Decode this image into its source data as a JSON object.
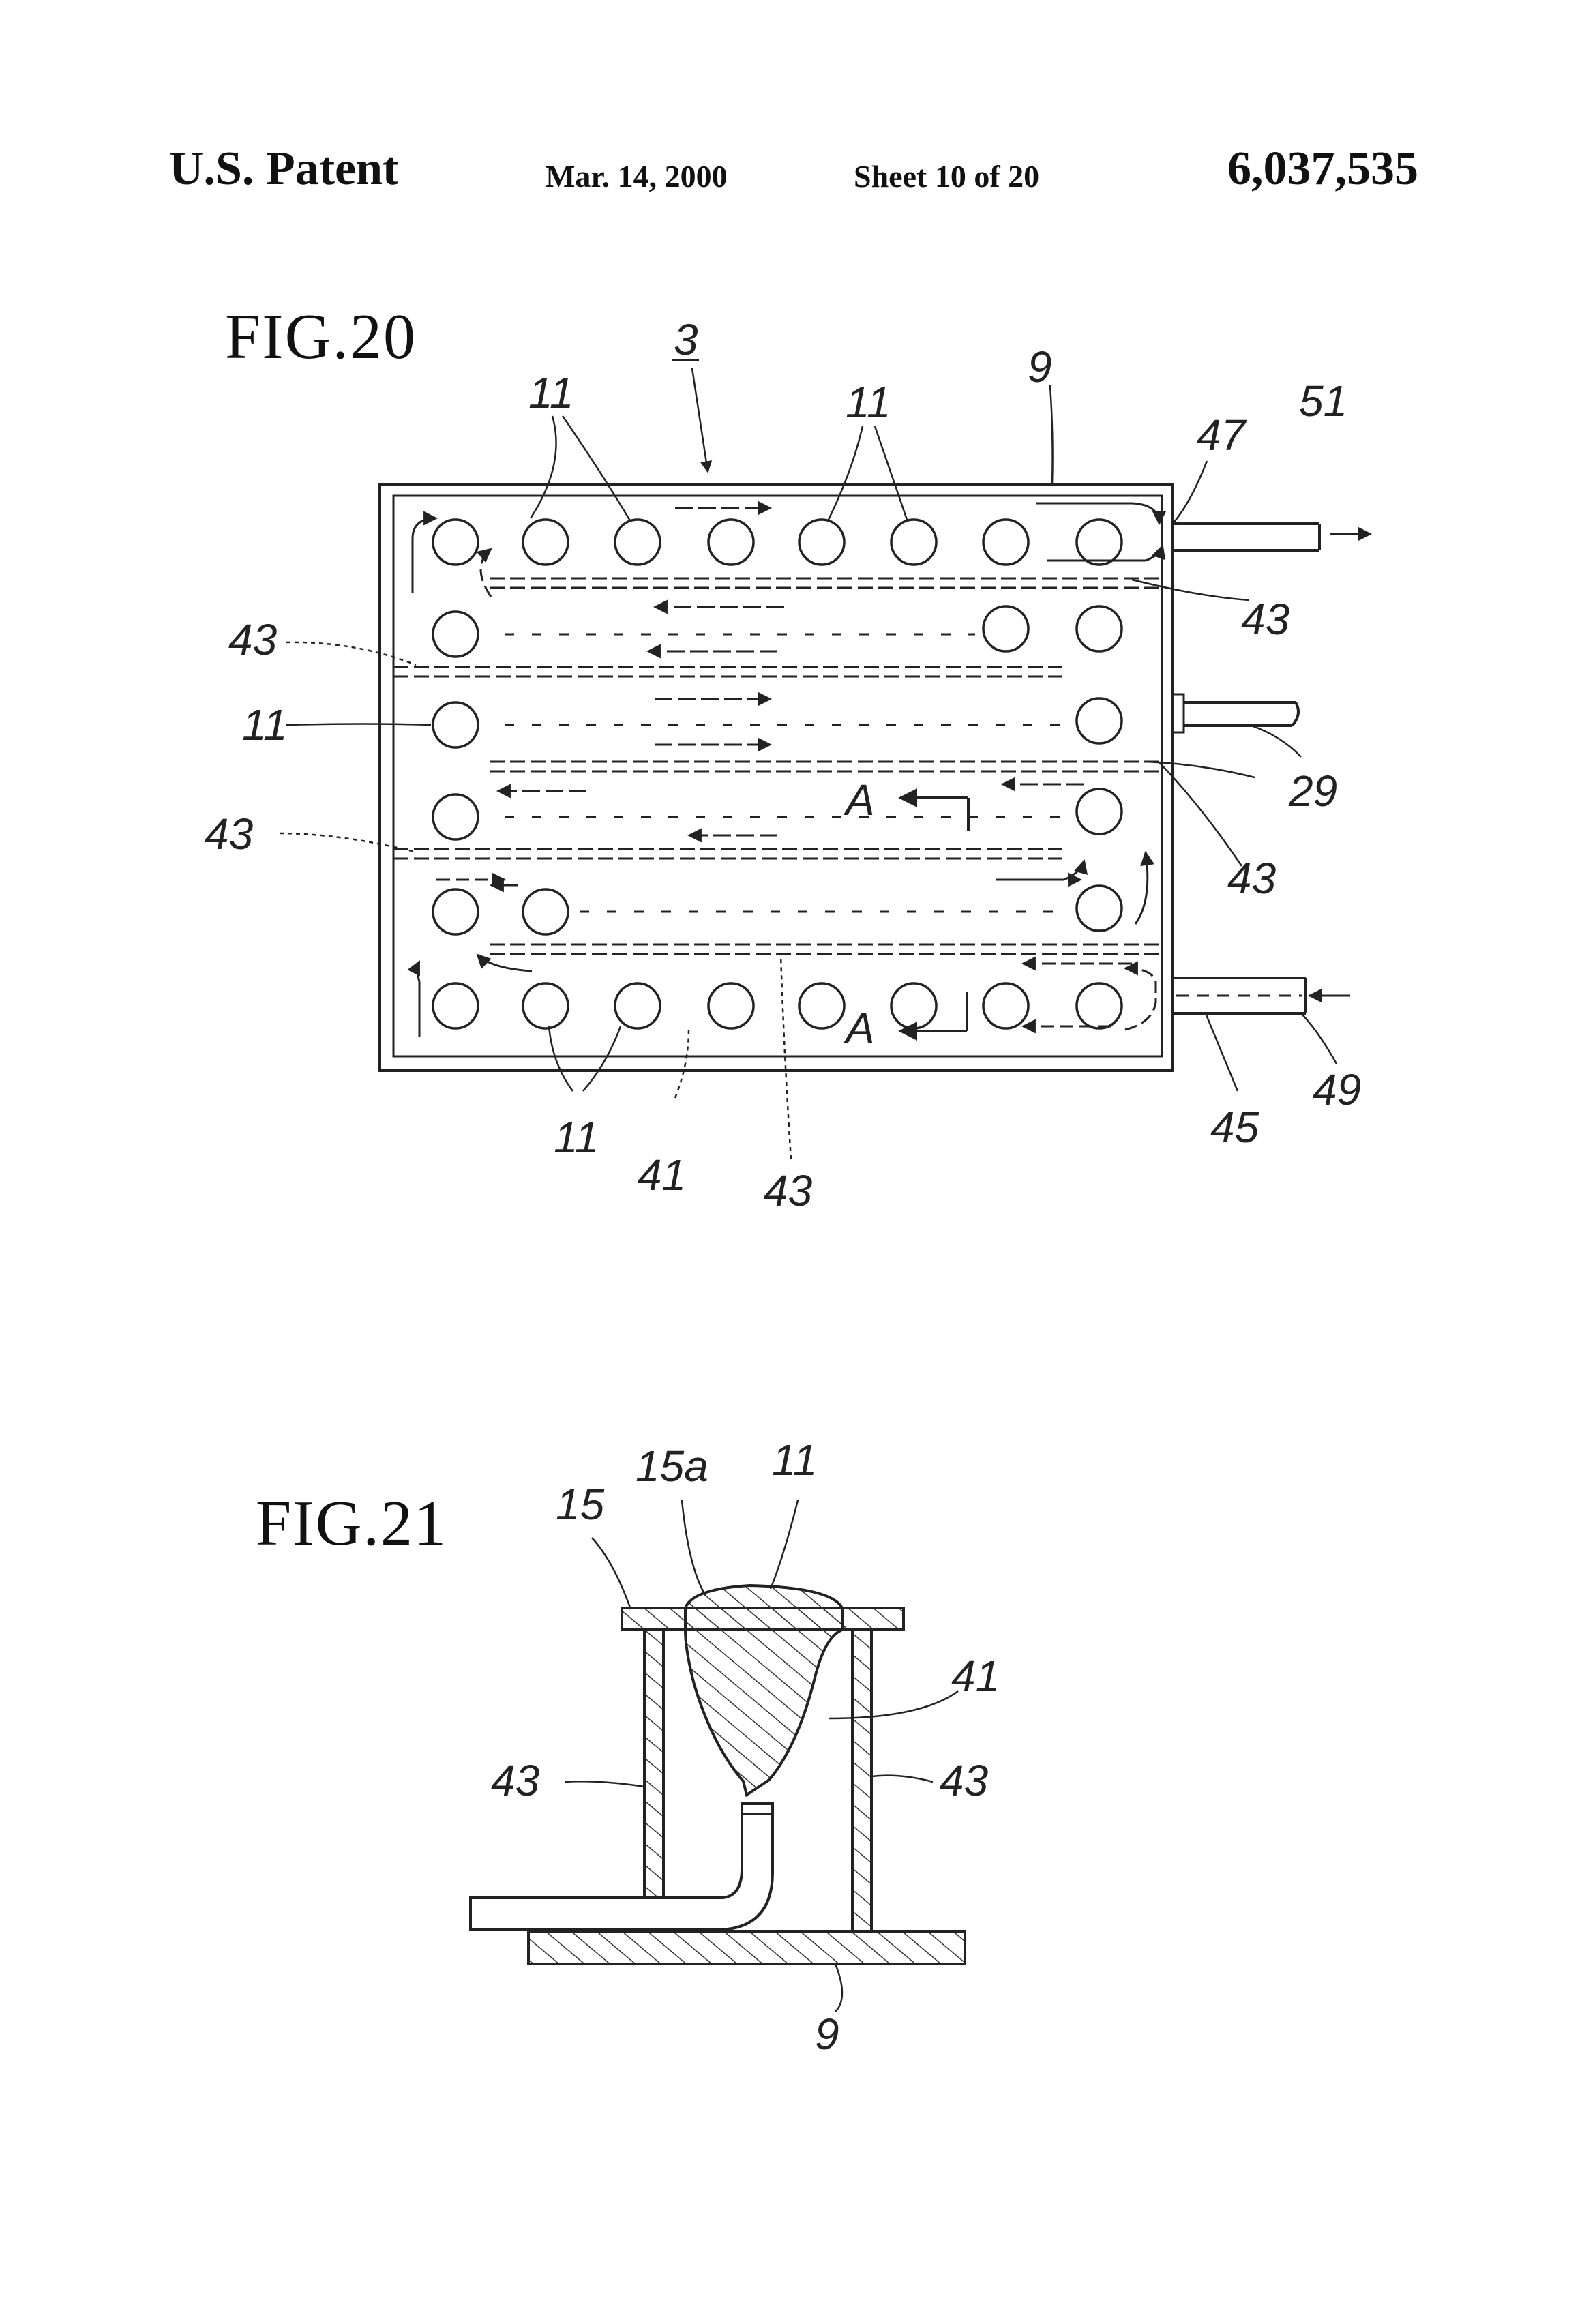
{
  "header": {
    "left": "U.S. Patent",
    "date": "Mar. 14, 2000",
    "sheet": "Sheet 10 of 20",
    "patent_number": "6,037,535"
  },
  "fig20": {
    "title": "FIG.20",
    "labels": {
      "device": "3",
      "case": "9",
      "sensor": "11",
      "partition": "43",
      "outlet": "47",
      "outlet_pipe": "51",
      "cable": "29",
      "inlet": "45",
      "inlet_pipe": "49",
      "chamber": "41",
      "section_mark": "A"
    }
  },
  "fig21": {
    "title": "FIG.21",
    "labels": {
      "plate": "15",
      "plate_face": "15a",
      "sensor": "11",
      "chamber": "41",
      "partition": "43",
      "base": "9"
    }
  }
}
